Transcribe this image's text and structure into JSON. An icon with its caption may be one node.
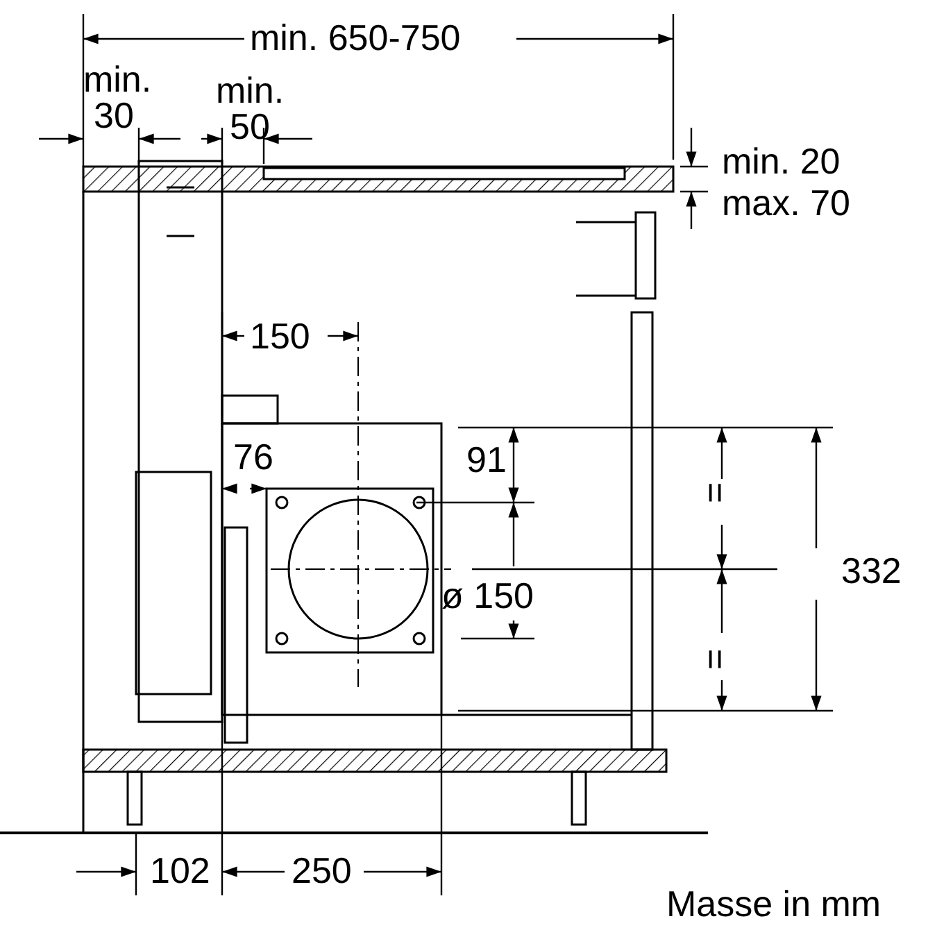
{
  "diagram": {
    "labels": [
      "min. 650-750",
      "min. 30",
      "min. 50",
      "min. 20",
      "max. 70",
      "150",
      "76",
      "91",
      "=",
      "332",
      "ø 150",
      "=",
      "102",
      "250",
      "Masse in mm"
    ]
  }
}
